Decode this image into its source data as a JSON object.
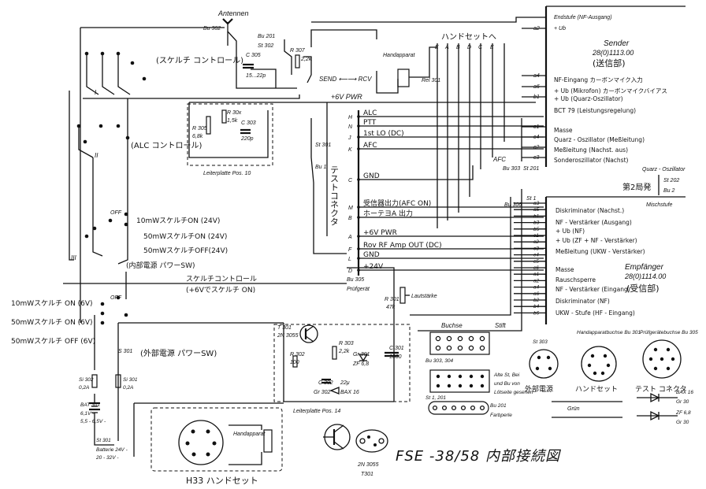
{
  "title": "FSE -38/58 内部接続図",
  "antenna": {
    "label": "Antennen",
    "ref": "Bu 302"
  },
  "top_left": {
    "bu201": "Bu 201",
    "st302": "St 302",
    "c305": "C 305",
    "c305_val": "15...22p",
    "r307": "R 307",
    "r307_val": "2,2k",
    "handapparat": "Handapparat",
    "rel301": "Rel 301",
    "send_rcv": "SEND ⟵⟶ RCV",
    "pwr_6v": "+6V PWR",
    "squelch_ctrl": "(スケルチ コントロール)",
    "alc_ctrl": "(ALC コントロール)",
    "roman_I": "I",
    "roman_II": "II",
    "roman_III": "III"
  },
  "board10": {
    "r305": "R 305",
    "r305_val": "6,8k",
    "r30x": "R 30x",
    "r30x_val": "1,5k",
    "c303": "C 303",
    "c303_val": "220p",
    "label": "Leiterplatte Pos. 10"
  },
  "st301": {
    "label": "St 301",
    "bu1": "Bu 1"
  },
  "mode_switch": {
    "off": "OFF",
    "opt1": "10mWスケルチON (24V)",
    "opt2": "50mWスケルチON (24V)",
    "opt3": "50mWスケルチOFF(24V)",
    "int_power": "(内部電源 パワーSW)",
    "squelch_line": "スケルチコントロール",
    "squelch_line2": "(+6Vでスケルチ ON)"
  },
  "ext_switch": {
    "off": "OFF",
    "opt1": "10mWスケルチ ON (6V)",
    "opt2": "50mWスケルチ ON (6V)",
    "opt3": "50mWスケルチ OFF (6V)",
    "s301": "S 301",
    "ext_power": "(外部電源 パワーSW)"
  },
  "test_connector": {
    "label": "テストコネクタ",
    "bu": "Bu 305",
    "pruefgeraet": "Prüfgerät",
    "pins": [
      {
        "pin": "H",
        "text": "ALC"
      },
      {
        "pin": "N",
        "text": "PTT"
      },
      {
        "pin": "J",
        "text": "1st LO (DC)"
      },
      {
        "pin": "K",
        "text": "AFC"
      },
      {
        "pin": "C",
        "text": "GND"
      },
      {
        "pin": "M",
        "text": "受信器出力(AFC ON)"
      },
      {
        "pin": "B",
        "text": "ホーテヨA 出力"
      },
      {
        "pin": "A",
        "text": "+6V PWR"
      },
      {
        "pin": "F",
        "text": "Rov RF Amp OUT (DC)"
      },
      {
        "pin": "L",
        "text": "GND"
      },
      {
        "pin": "D",
        "text": "+24V"
      }
    ]
  },
  "handset_top": "ハンドセットへ",
  "handset_pins": [
    "E",
    "A",
    "B",
    "D",
    "C",
    "E"
  ],
  "afc": "AFC",
  "bu303": "Bu 303",
  "st201": "St 201",
  "sender": {
    "heading": "Endstufe (NF-Ausgang)",
    "ub": "+ Ub",
    "name": "Sender",
    "part": "28(0)1113.00",
    "jp": "(送信部)",
    "lines": [
      "NF-Eingang カーボンマイク入力",
      "+ Ub (Mikrofon) カーボンマイクバイアス",
      "+ Ub (Quarz-Oszillator)",
      "BCT 79 (Leistungsregelung)",
      "Masse",
      "Quarz - Oszillator (Meßleitung)",
      "Meßleitung (Nachst. aus)",
      "Sonderoszillator (Nachst)"
    ],
    "pins": [
      "a2",
      "a4",
      "a6",
      "b1",
      "c1",
      "c4",
      "c2",
      "c3"
    ]
  },
  "quarz": {
    "label": "Quarz - Oszillator",
    "st": "St 202",
    "bu": "Bu 2",
    "jp": "第2局発"
  },
  "receiver": {
    "heading": "Mischstufe",
    "bu306": "Bu 306",
    "st1": "St 1",
    "name": "Empfänger",
    "part": "28(0)1114.00",
    "jp": "(受信部)",
    "lines": [
      "Diskriminator (Nachst.)",
      "NF - Verstärker (Ausgang)",
      "+ Ub (NF)",
      "+ Ub (ZF + NF - Verstärker)",
      "Meßleitung (UKW - Verstärker)",
      "Masse",
      "Rauschsperre",
      "NF - Verstärker (Eingang)",
      "Diskriminator (NF)",
      "UKW - Stufe (HF - Eingang)"
    ],
    "pins": [
      "a3",
      "a5",
      "b1",
      "b3",
      "b5",
      "c1",
      "c2",
      "c3",
      "c4",
      "c5",
      "c6",
      "a1",
      "a2",
      "a4",
      "a6",
      "b2",
      "b4",
      "b6"
    ]
  },
  "volume": {
    "label": "Lautstärke",
    "ref": "R 301",
    "val": "47k"
  },
  "power_stage": {
    "t301": "T 301",
    "t301_type": "2N 3055",
    "r302": "R 302",
    "r302_val": "100",
    "r303": "R 303",
    "r303_val": "2,2k",
    "c302": "C 302",
    "c302_val": "22μ",
    "gr301": "Gr 301",
    "gr301_type": "ZF 6,8",
    "gr302": "Gr 302",
    "gr302_type": "BAX 16",
    "c301": "C 301",
    "c301_val": "1000",
    "board14": "Leiterplatte Pos. 14"
  },
  "fuses": {
    "si302": "Si 302",
    "si302_val": "0,2A",
    "si301": "Si 301",
    "si301_val": "0,2A"
  },
  "battery": {
    "bat": "BAT 301",
    "v1": "6,1V -",
    "v2": "5,5 - 6,5V -",
    "st": "St 301",
    "ext": "Batterie 24V -",
    "ext2": "20 - 32V -"
  },
  "h33": {
    "label": "H33 ハンドセット",
    "handapparat": "Handapparat"
  },
  "buchse": {
    "title": "Buchse",
    "stift": "Stift",
    "bu": "Bu 303, 304",
    "st": "St 1, 201",
    "bu201": "Bu 201",
    "farbperle": "Farbperle"
  },
  "alte_note": [
    "Alte St, Bei",
    "und Bu von",
    "Lötseite gesehen"
  ],
  "pinouts": [
    {
      "ref": "St 303",
      "jp": "外部電源"
    },
    {
      "ref": "Handapparatbuchse Bu 301",
      "jp": "ハンドセット"
    },
    {
      "ref": "Prüfgerätebuchse Bu 305",
      "jp": "テスト コネクタ"
    }
  ],
  "gruen": "Grün",
  "diodes": [
    {
      "a": "BAX 16",
      "b": "Gr 30"
    },
    {
      "a": "ZF 6,8",
      "b": "Gr 30"
    }
  ],
  "transistor": {
    "type": "2N 3055",
    "ref": "T301"
  }
}
